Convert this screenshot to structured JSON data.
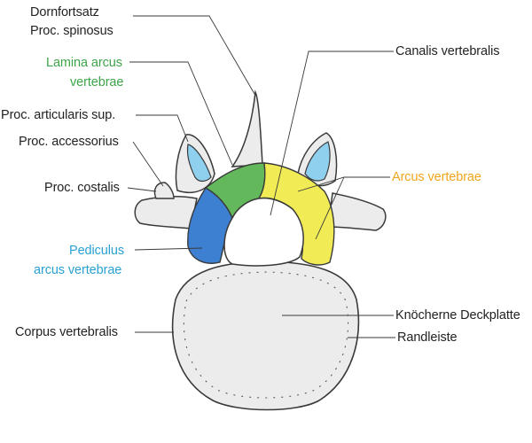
{
  "colors": {
    "bone": "#ececec",
    "outline": "#3a3a3a",
    "lamina": "#62b85a",
    "pediculus": "#3d7fd0",
    "arcus": "#f1ec55",
    "facet": "#8fd0ee"
  },
  "labels": {
    "dornfortsatz": "Dornfortsatz",
    "proc_spinosus": "Proc. spinosus",
    "lamina_1": "Lamina arcus",
    "lamina_2": "vertebrae",
    "art_sup": "Proc. articularis sup.",
    "accessorius": "Proc. accessorius",
    "costalis": "Proc. costalis",
    "pediculus_1": "Pediculus",
    "pediculus_2": "arcus vertebrae",
    "corpus": "Corpus vertebralis",
    "canalis": "Canalis vertebralis",
    "arcus": "Arcus vertebrae",
    "deckplatte": "Knöcherne Deckplatte",
    "randleiste": "Randleiste"
  }
}
